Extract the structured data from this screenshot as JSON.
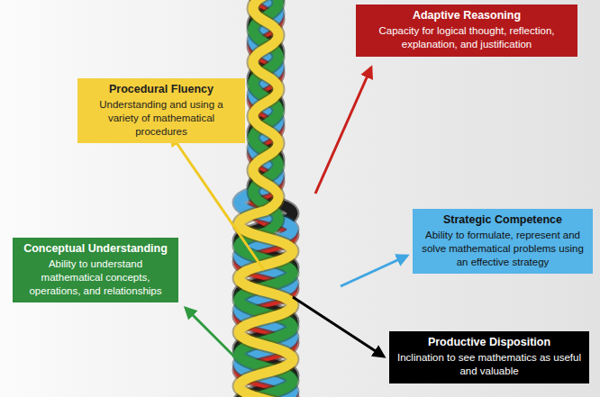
{
  "diagram": {
    "nodes": [
      {
        "text": [
          "Adaptive Reasoning",
          "Capacity for logical thought, reflection, explanation, and justification"
        ]
      },
      {
        "text": [
          "Procedural Fluency",
          "Understanding and using a variety of mathematical procedures"
        ]
      },
      {
        "text": [
          "Strategic Competence",
          "Ability to formulate, represent and solve mathematical problems using an effective strategy"
        ]
      },
      {
        "text": [
          "Conceptual Understanding",
          "Ability to understand mathematical concepts, operations, and relationships"
        ]
      },
      {
        "text": [
          "Productive Disposition",
          "Inclination to see mathematics as useful and valuable"
        ]
      }
    ]
  }
}
